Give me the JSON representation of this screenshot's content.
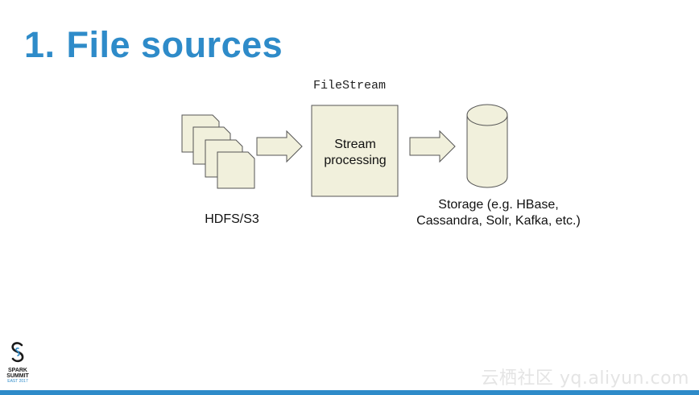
{
  "slide": {
    "number": "1.",
    "title": "File sources"
  },
  "diagram": {
    "stream_label": "FileStream",
    "box_line1": "Stream",
    "box_line2": "processing",
    "source_caption": "HDFS/S3",
    "storage_line1": "Storage (e.g. HBase,",
    "storage_line2": "Cassandra, Solr, Kafka, etc.)"
  },
  "logo": {
    "line1": "SPARK",
    "line2": "SUMMIT",
    "line3": "EAST 2017"
  },
  "watermark": "云栖社区 yq.aliyun.com",
  "colors": {
    "accent": "#2e8bc9",
    "shape_fill": "#f1f0dc",
    "shape_stroke": "#555555"
  }
}
